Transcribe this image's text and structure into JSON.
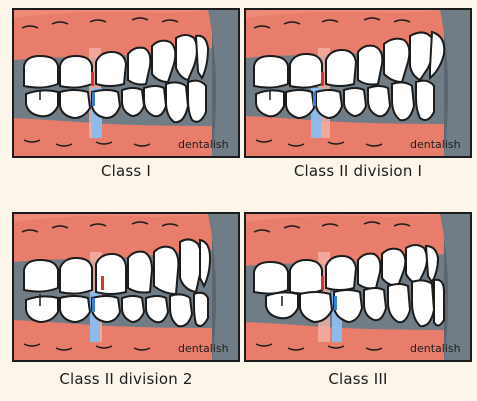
{
  "panels": [
    {
      "caption": "Class I",
      "watermark": "dentalish"
    },
    {
      "caption": "Class II  division I",
      "watermark": "dentalish"
    },
    {
      "caption": "Class II  division 2",
      "watermark": "dentalish"
    },
    {
      "caption": "Class III",
      "watermark": "dentalish"
    }
  ],
  "colors": {
    "gum": "#f08a78",
    "gum_dark": "#e06f5f",
    "shadow": "#707d87",
    "tooth": "#ffffff",
    "outline": "#1c1c1c",
    "upper_mark": "#d9322b",
    "lower_mark": "#3b7ed9",
    "guide_upper": "#f2b3a6",
    "guide_lower": "#8fb9e8"
  }
}
